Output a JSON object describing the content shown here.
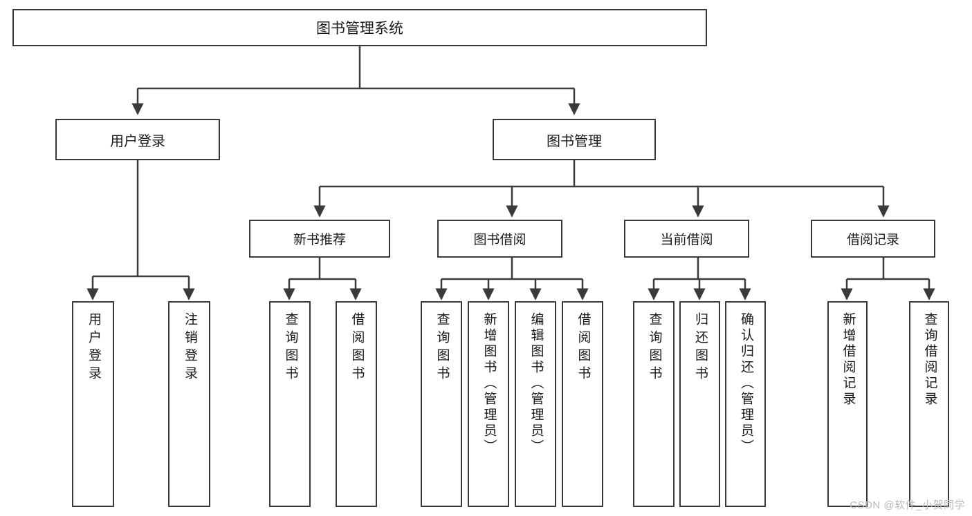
{
  "diagram": {
    "title": "图书管理系统",
    "type": "tree-hierarchy",
    "watermark": "CSDN @软件_小贺同学",
    "line_color": "#3a3a3a",
    "box_fill": "#ffffff",
    "text_color": "#1a1a1a"
  },
  "root": {
    "label": "图书管理系统"
  },
  "level1": [
    {
      "label": "用户登录"
    },
    {
      "label": "图书管理"
    }
  ],
  "level2": [
    {
      "label": "新书推荐"
    },
    {
      "label": "图书借阅"
    },
    {
      "label": "当前借阅"
    },
    {
      "label": "借阅记录"
    }
  ],
  "leaves": {
    "user_login": [
      {
        "label": "用户登录"
      },
      {
        "label": "注销登录"
      }
    ],
    "new_book_recommend": [
      {
        "label": "查询图书"
      },
      {
        "label": "借阅图书"
      }
    ],
    "book_borrow": [
      {
        "label": "查询图书"
      },
      {
        "label": "新增图书（管理员）"
      },
      {
        "label": "编辑图书（管理员）"
      },
      {
        "label": "借阅图书"
      }
    ],
    "current_borrow": [
      {
        "label": "查询图书"
      },
      {
        "label": "归还图书"
      },
      {
        "label": "确认归还（管理员）"
      }
    ],
    "borrow_record": [
      {
        "label": "新增借阅记录"
      },
      {
        "label": "查询借阅记录"
      }
    ]
  }
}
